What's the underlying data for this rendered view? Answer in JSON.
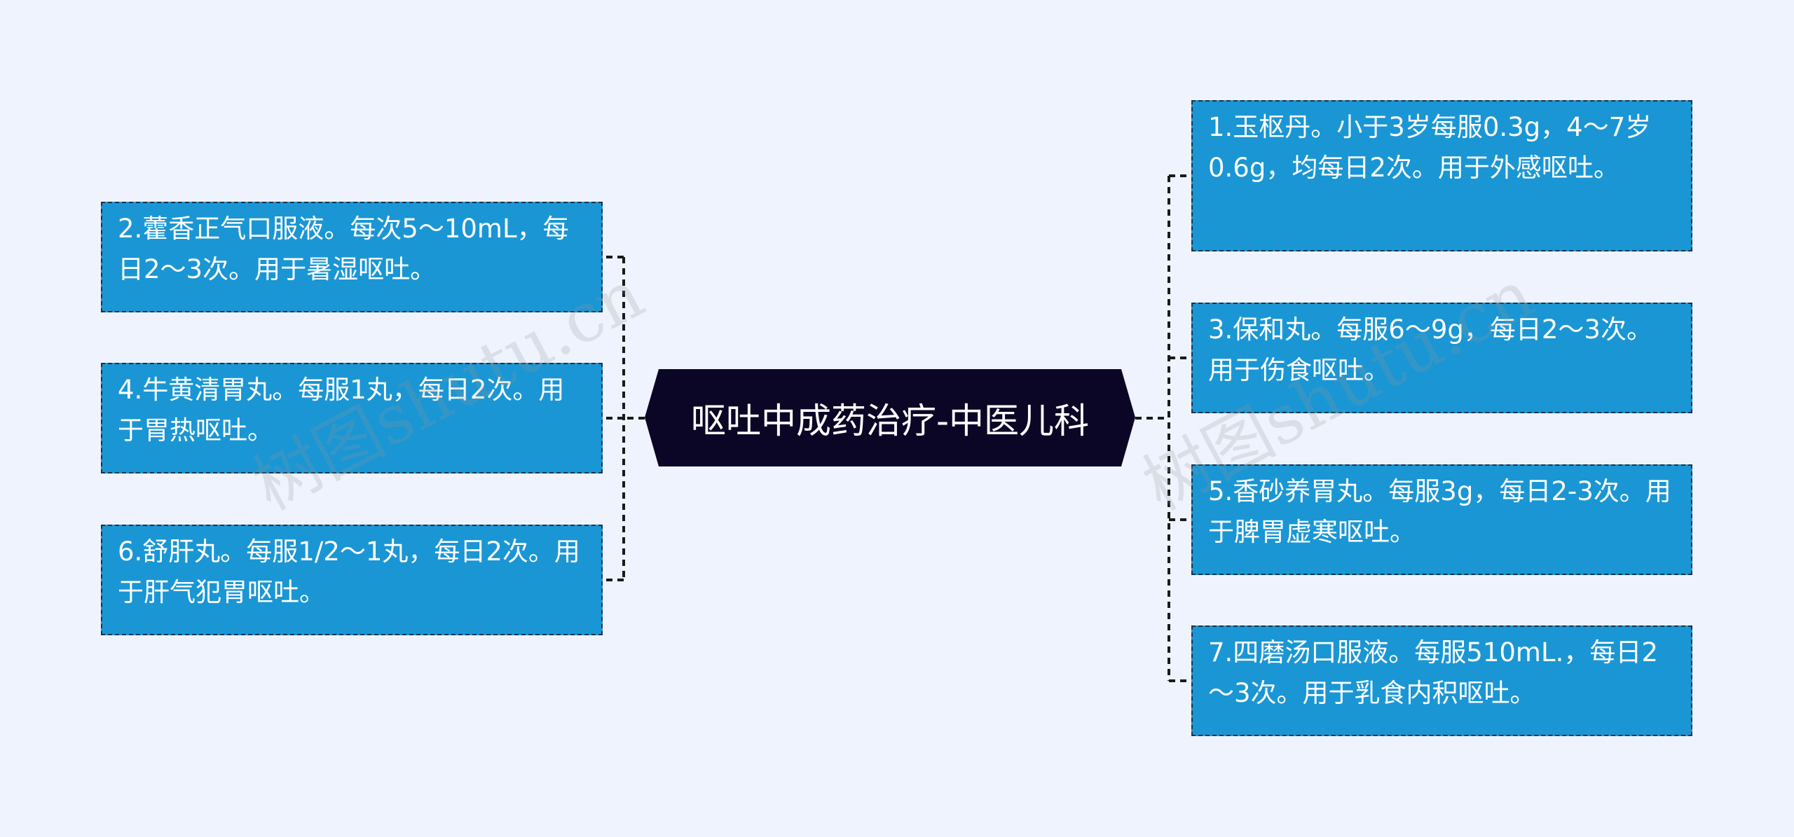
{
  "root": {
    "label": "呕吐中成药治疗-中医儿科"
  },
  "left_nodes": [
    {
      "text": "2.藿香正气口服液。每次5～10mL，每日2～3次。用于暑湿呕吐。"
    },
    {
      "text": "4.牛黄清胃丸。每服1丸，每日2次。用于胃热呕吐。"
    },
    {
      "text": "6.舒肝丸。每服1/2～1丸，每日2次。用于肝气犯胃呕吐。"
    }
  ],
  "right_nodes": [
    {
      "text": "1.玉枢丹。小于3岁每服0.3g，4～7岁0.6g，均每日2次。用于外感呕吐。"
    },
    {
      "text": "3.保和丸。每服6～9g，每日2～3次。用于伤食呕吐。"
    },
    {
      "text": "5.香砂养胃丸。每服3g，每日2-3次。用于脾胃虚寒呕吐。"
    },
    {
      "text": "7.四磨汤口服液。每服510mL.，每日2～3次。用于乳食内积呕吐。"
    }
  ],
  "watermark": {
    "text": "树图shutu.cn"
  },
  "colors": {
    "background": "#eef3fd",
    "root_fill": "#0c0626",
    "node_fill": "#1a96d4",
    "node_border": "#1d3146",
    "connector": "#1a1a1a"
  }
}
